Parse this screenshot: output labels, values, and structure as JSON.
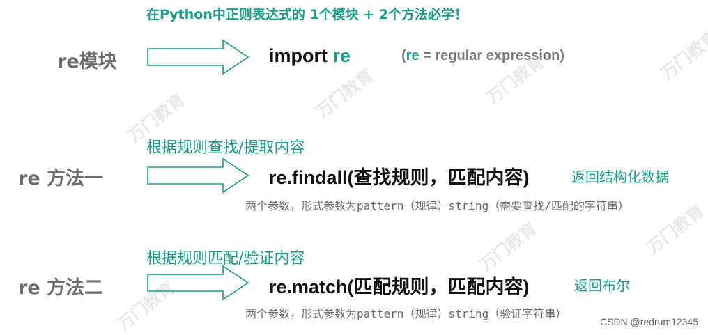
{
  "title": "在Python中正则表达式的 1个模块 + 2个方法必学！",
  "module_row": {
    "label": "re模块",
    "code_prefix": "import ",
    "code_highlight": "re",
    "paren_open": "(",
    "abbr": "re",
    "abbr_rest": " = regular expression)"
  },
  "method1": {
    "label": "re 方法一",
    "subtitle": "根据规则查找/提取内容",
    "code": "re.findall(查找规则，匹配内容)",
    "returns": "返回结构化数据",
    "note": "两个参数，形式参数为pattern（规律）string（需要查找/匹配的字符串）"
  },
  "method2": {
    "label": "re 方法二",
    "subtitle": "根据规则匹配/验证内容",
    "code": "re.match(匹配规则，匹配内容)",
    "returns": "返回布尔",
    "note": "两个参数，形式参数为pattern（规律）string（验证字符串）"
  },
  "watermark_text": "万门教育",
  "credit": "CSDN @redrum12345",
  "colors": {
    "accent": "#1a9c88",
    "label_grey": "#6b6b6b",
    "code": "#111111"
  }
}
